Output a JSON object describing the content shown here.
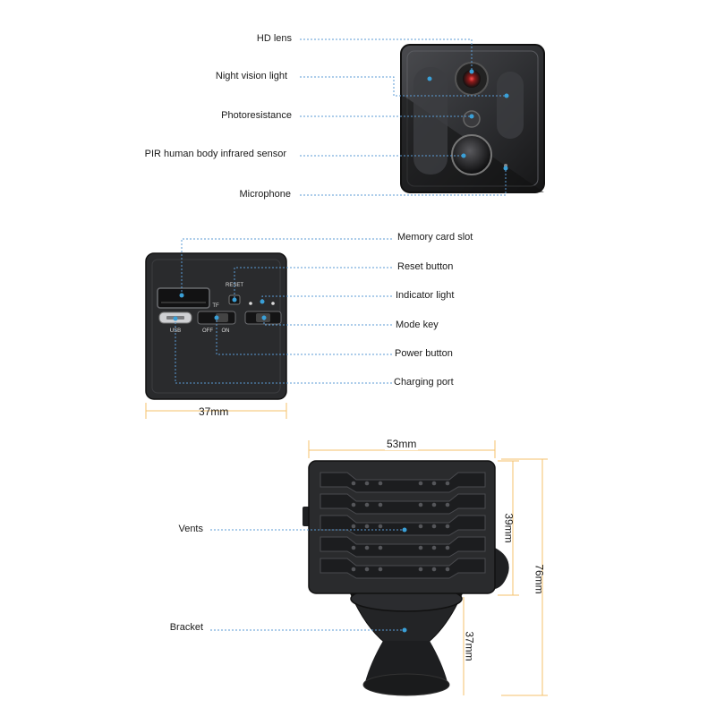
{
  "section_front": {
    "callouts": [
      "HD lens",
      "Night vision light",
      "Photoresistance",
      "PIR human body infrared sensor",
      "Microphone"
    ]
  },
  "section_back": {
    "callouts": [
      "Memory card slot",
      "Reset button",
      "Indicator light",
      "Mode key",
      "Power button",
      "Charging port"
    ],
    "panel_text": {
      "reset": "RESET",
      "tf": "TF",
      "usb": "USB",
      "off": "OFF",
      "on": "ON"
    },
    "width_label": "37mm"
  },
  "section_side": {
    "callouts": [
      "Vents",
      "Bracket"
    ],
    "width_label": "53mm",
    "body_height_label": "39mm",
    "total_height_label": "76mm",
    "bracket_height_label": "37mm"
  },
  "colors": {
    "leader": "#5b9bd5",
    "dimension": "#f5c26b",
    "body": "#2b2b2d",
    "dot": "#3aa0d8"
  }
}
